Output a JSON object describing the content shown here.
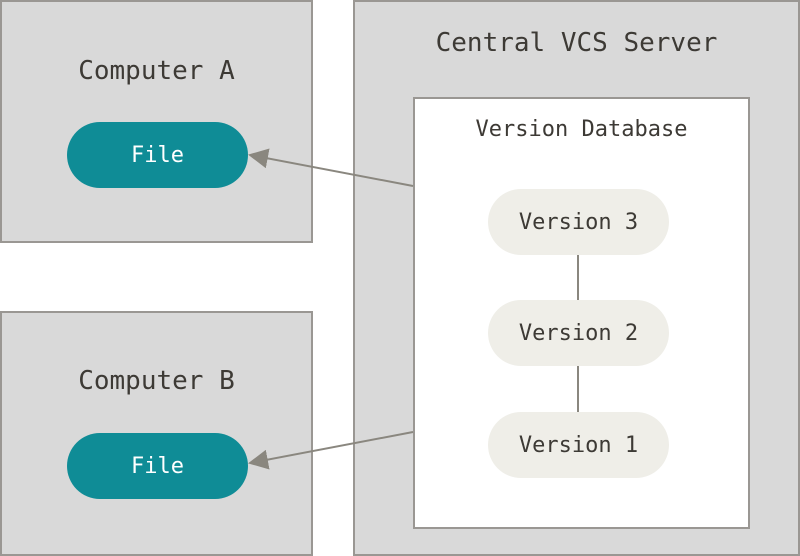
{
  "computer_a": {
    "title": "Computer A",
    "file_label": "File"
  },
  "computer_b": {
    "title": "Computer B",
    "file_label": "File"
  },
  "server": {
    "title": "Central VCS Server",
    "database": {
      "title": "Version Database",
      "versions": [
        "Version 3",
        "Version 2",
        "Version 1"
      ]
    }
  },
  "colors": {
    "panel_fill": "#d9d9d9",
    "panel_border": "#9a9793",
    "file_fill": "#0f8c96",
    "version_fill": "#efeee8",
    "text": "#3d3a35",
    "arrow": "#8a877f"
  }
}
